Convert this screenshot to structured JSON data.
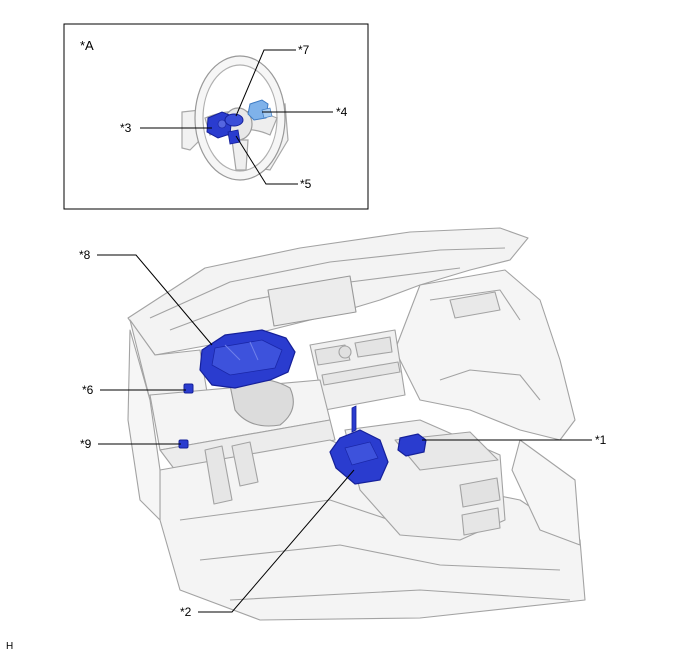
{
  "inset": {
    "label": "*A"
  },
  "callouts": {
    "c1": "*1",
    "c2": "*2",
    "c3": "*3",
    "c4": "*4",
    "c5": "*5",
    "c6": "*6",
    "c7": "*7",
    "c8": "*8",
    "c9": "*9"
  },
  "footer": {
    "code": "H"
  },
  "colors": {
    "part_blue": "#2a3ccf",
    "part_blue_dark": "#15209a",
    "part_light_blue": "#7fb2ea",
    "line_gray": "#9a9a9a",
    "fill_light": "#f2f2f2"
  }
}
